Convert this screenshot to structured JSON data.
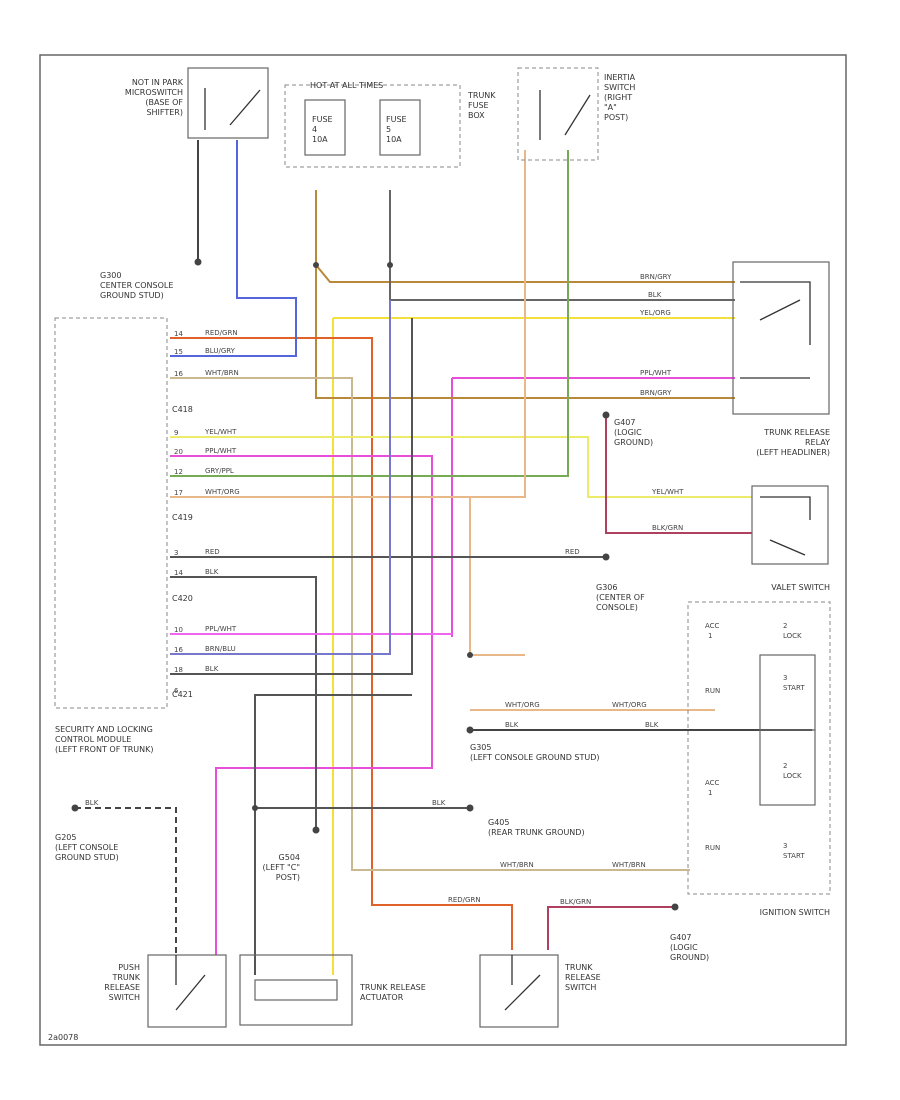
{
  "colors": {
    "brn_gry": "#b8893a",
    "blk": "#444444",
    "yel": "#f4e03a",
    "ppl": "#e84fd8",
    "red_grn": "#e0612a",
    "blu_gry": "#5566dd",
    "wht_brn": "#c9b890",
    "yel_wht": "#ecec6a",
    "gry_ppl": "#77aa55",
    "wht_org": "#e8b888",
    "red": "#555555",
    "ppl_wht": "#ee66ee",
    "brn_blu": "#7777cc",
    "blk_grn": "#b04060",
    "tan": "#d8c070",
    "outline": "#666666"
  },
  "footer_code": "2a0078",
  "components": [
    {
      "id": "not_in_park",
      "lines": [
        "NOT IN PARK",
        "MICROSWITCH",
        "(BASE OF",
        "SHIFTER)"
      ]
    },
    {
      "id": "fuse_box",
      "lines": [
        "HOT AT ALL TIMES"
      ]
    },
    {
      "id": "trunk_fuse_box",
      "lines": [
        "TRUNK",
        "FUSE",
        "BOX"
      ]
    },
    {
      "id": "fuse_a",
      "lines": [
        "FUSE",
        "4",
        "10A"
      ]
    },
    {
      "id": "fuse_b",
      "lines": [
        "FUSE",
        "5",
        "10A"
      ]
    },
    {
      "id": "inertia",
      "lines": [
        "INERTIA",
        "SWITCH",
        "(RIGHT",
        "\"A\"",
        "POST)"
      ]
    },
    {
      "id": "g300",
      "lines": [
        "G300",
        "CENTER CONSOLE",
        "GROUND STUD)"
      ]
    },
    {
      "id": "c418",
      "lines": [
        "C418"
      ]
    },
    {
      "id": "c419",
      "lines": [
        "C419"
      ]
    },
    {
      "id": "c420",
      "lines": [
        "C420"
      ]
    },
    {
      "id": "c421",
      "lines": [
        "C421"
      ]
    },
    {
      "id": "module",
      "lines": [
        "SECURITY AND LOCKING",
        "CONTROL MODULE",
        "(LEFT FRONT OF TRUNK)"
      ]
    },
    {
      "id": "g407",
      "lines": [
        "G407",
        "(LOGIC",
        "GROUND)"
      ]
    },
    {
      "id": "trunk_relay",
      "lines": [
        "TRUNK RELEASE",
        "RELAY",
        "(LEFT HEADLINER)"
      ]
    },
    {
      "id": "valet",
      "lines": [
        "VALET SWITCH"
      ]
    },
    {
      "id": "g306",
      "lines": [
        "G306",
        "(CENTER OF",
        "CONSOLE)"
      ]
    },
    {
      "id": "g305",
      "lines": [
        "G305",
        "(LEFT CONSOLE GROUND STUD)"
      ]
    },
    {
      "id": "g405",
      "lines": [
        "G405",
        "(REAR TRUNK GROUND)"
      ]
    },
    {
      "id": "g205",
      "lines": [
        "G205",
        "(LEFT CONSOLE",
        "GROUND STUD)"
      ]
    },
    {
      "id": "g504",
      "lines": [
        "G504",
        "(LEFT \"C\"",
        "POST)"
      ]
    },
    {
      "id": "ignition",
      "lines": [
        "IGNITION SWITCH"
      ]
    },
    {
      "id": "g407b",
      "lines": [
        "G407",
        "(LOGIC",
        "GROUND)"
      ]
    },
    {
      "id": "push_trunk",
      "lines": [
        "PUSH",
        "TRUNK",
        "RELEASE",
        "SWITCH"
      ]
    },
    {
      "id": "trunk_actuator",
      "lines": [
        "TRUNK RELEASE",
        "ACTUATOR"
      ]
    },
    {
      "id": "trunk_rel_switch",
      "lines": [
        "TRUNK",
        "RELEASE",
        "SWITCH"
      ]
    }
  ],
  "ignition_labels": [
    "ACC",
    "1",
    "RUN",
    "2",
    "LOCK",
    "3",
    "START",
    "ACC",
    "1",
    "RUN",
    "2",
    "LOCK",
    "3",
    "START"
  ],
  "wire_labels": [
    {
      "id": "w_brngry1",
      "text": "BRN/GRY"
    },
    {
      "id": "w_blk1",
      "text": "BLK"
    },
    {
      "id": "w_yelorg",
      "text": "YEL/ORG"
    },
    {
      "id": "w_pplwht1",
      "text": "PPL/WHT"
    },
    {
      "id": "w_brngry2",
      "text": "BRN/GRY"
    },
    {
      "id": "w_redgrn",
      "text": "RED/GRN"
    },
    {
      "id": "w_blugry",
      "text": "BLU/GRY"
    },
    {
      "id": "w_whtbrn",
      "text": "WHT/BRN"
    },
    {
      "id": "w_yelwht",
      "text": "YEL/WHT"
    },
    {
      "id": "w_pplwht2",
      "text": "PPL/WHT"
    },
    {
      "id": "w_gryppl",
      "text": "GRY/PPL"
    },
    {
      "id": "w_whtorg",
      "text": "WHT/ORG"
    },
    {
      "id": "w_red",
      "text": "RED"
    },
    {
      "id": "w_blk2",
      "text": "BLK"
    },
    {
      "id": "w_pplwht3",
      "text": "PPL/WHT"
    },
    {
      "id": "w_brnblu",
      "text": "BRN/BLU"
    },
    {
      "id": "w_blk3",
      "text": "BLK"
    },
    {
      "id": "w_yelwht2",
      "text": "YEL/WHT"
    },
    {
      "id": "w_blkgrn",
      "text": "BLK/GRN"
    },
    {
      "id": "w_red2",
      "text": "RED"
    },
    {
      "id": "w_whtorg2",
      "text": "WHT/ORG"
    },
    {
      "id": "w_whtorg3",
      "text": "WHT/ORG"
    },
    {
      "id": "w_blk4",
      "text": "BLK"
    },
    {
      "id": "w_blk5",
      "text": "BLK"
    },
    {
      "id": "w_blk6",
      "text": "BLK"
    },
    {
      "id": "w_blk7",
      "text": "BLK"
    },
    {
      "id": "w_whtbrn2",
      "text": "WHT/BRN"
    },
    {
      "id": "w_whtbrn3",
      "text": "WHT/BRN"
    },
    {
      "id": "w_redgrn2",
      "text": "RED/GRN"
    },
    {
      "id": "w_blkgrn2",
      "text": "BLK/GRN"
    }
  ],
  "pin_labels": [
    "14",
    "15",
    "16",
    "9",
    "20",
    "12",
    "17",
    "3",
    "14",
    "10",
    "16",
    "18",
    "6"
  ]
}
